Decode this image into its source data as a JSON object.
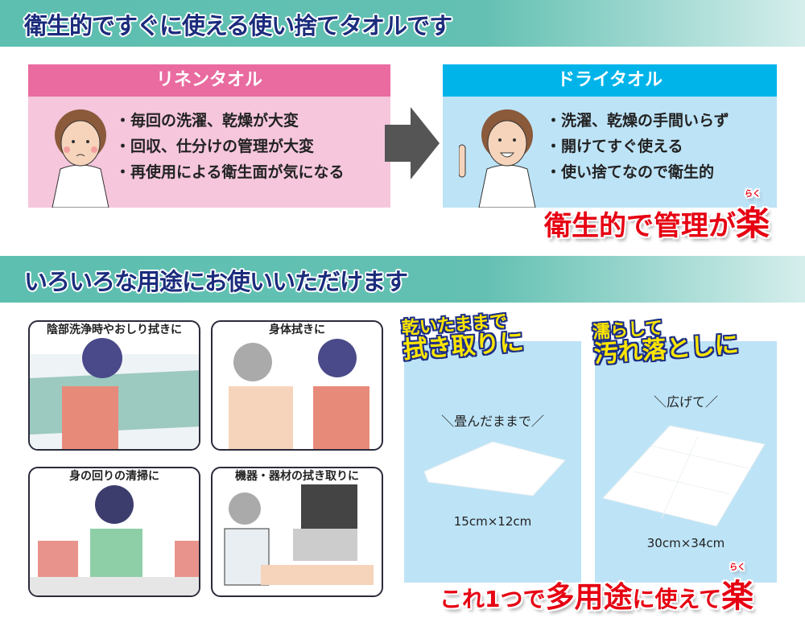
{
  "section1": {
    "title": "衛生的ですぐに使える使い捨てタオルです"
  },
  "linen": {
    "title": "リネンタオル",
    "points": [
      "毎回の洗濯、乾燥が大変",
      "回収、仕分けの管理が大変",
      "再使用による衛生面が気になる"
    ]
  },
  "dry": {
    "title": "ドライタオル",
    "points": [
      "洗濯、乾燥の手間いらず",
      "開けてすぐ使える",
      "使い捨てなので衛生的"
    ]
  },
  "slogan1": {
    "text": "衛生的で管理が",
    "raku": "楽",
    "furigana": "らく"
  },
  "section2": {
    "title": "いろいろな用途にお使いいただけます"
  },
  "uses": [
    "陰部洗浄時やおしり拭きに",
    "身体拭きに",
    "身の回りの清掃に",
    "機器・器材の拭き取りに"
  ],
  "products": [
    {
      "heading_1": "乾いたままで",
      "heading_2": "拭き取りに",
      "caption": "＼畳んだままで／",
      "size": "15cm×12cm"
    },
    {
      "heading_1": "濡らして",
      "heading_2": "汚れ落としに",
      "caption": "＼広げて／",
      "size": "30cm×34cm"
    }
  ],
  "slogan2": {
    "text_1": "これ1つで",
    "text_2": "多用途",
    "text_3": "に使えて",
    "raku": "楽",
    "furigana": "らく"
  },
  "colors": {
    "teal": "#5dbfb0",
    "navy": "#1b2c7c",
    "pink": "#e96ba0",
    "cyan": "#00b4ea",
    "red": "#e60012"
  }
}
